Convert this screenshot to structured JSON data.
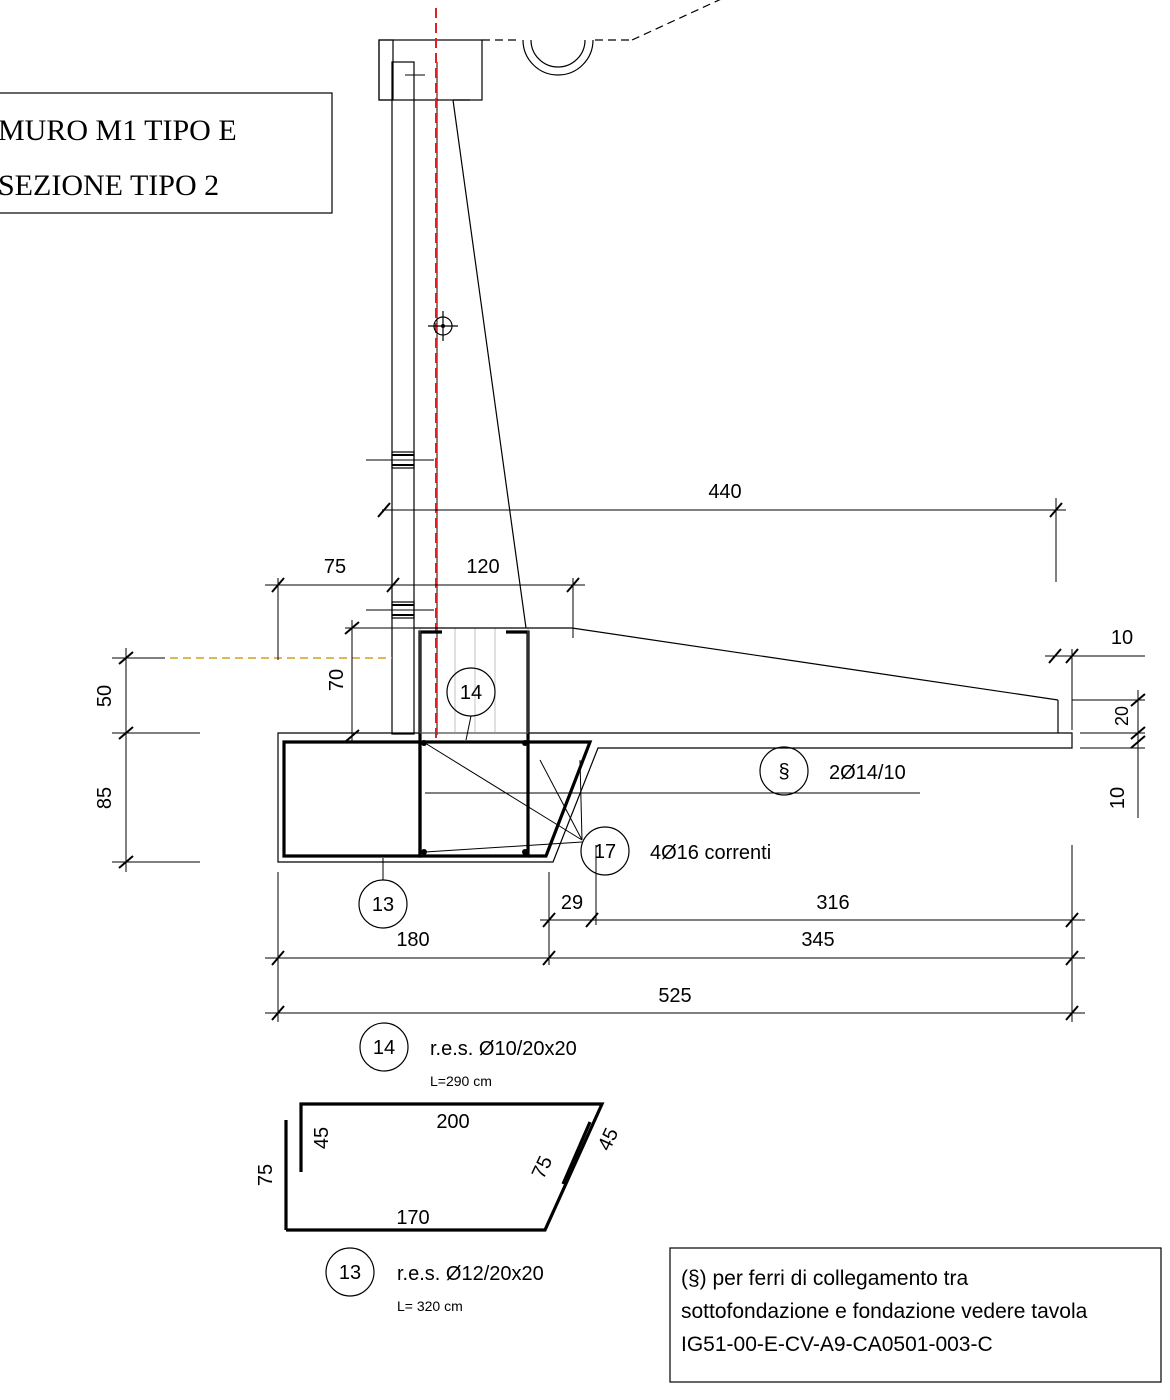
{
  "title": {
    "line1": "MURO M1 TIPO E",
    "line2": "SEZIONE TIPO 2"
  },
  "dimensions": {
    "d440": "440",
    "d75": "75",
    "d120": "120",
    "d10_top": "10",
    "d70": "70",
    "d50": "50",
    "d20": "20",
    "d85": "85",
    "d10_right": "10",
    "d29": "29",
    "d316": "316",
    "d180": "180",
    "d345": "345",
    "d525": "525"
  },
  "callouts": {
    "c14": "14",
    "c_section": "§",
    "c_section_text": "2Ø14/10",
    "c17": "17",
    "c17_text": "4Ø16 correnti",
    "c13": "13"
  },
  "bar14": {
    "number": "14",
    "spec": "r.e.s. Ø10/20x20",
    "length": "L=290 cm"
  },
  "bar13": {
    "number": "13",
    "spec": "r.e.s. Ø12/20x20",
    "length": "L= 320 cm"
  },
  "shape": {
    "top": "200",
    "left_inner": "45",
    "left_outer": "75",
    "bottom": "170",
    "right_inner": "75",
    "right_outer": "45"
  },
  "note": {
    "line1": "(§) per ferri di collegamento tra",
    "line2": "sottofondazione e fondazione vedere tavola",
    "line3": "IG51-00-E-CV-A9-CA0501-003-C"
  },
  "colors": {
    "axis": "#e02020",
    "ground_level": "#d4a020",
    "concrete_fill": "#d9d9d9"
  }
}
